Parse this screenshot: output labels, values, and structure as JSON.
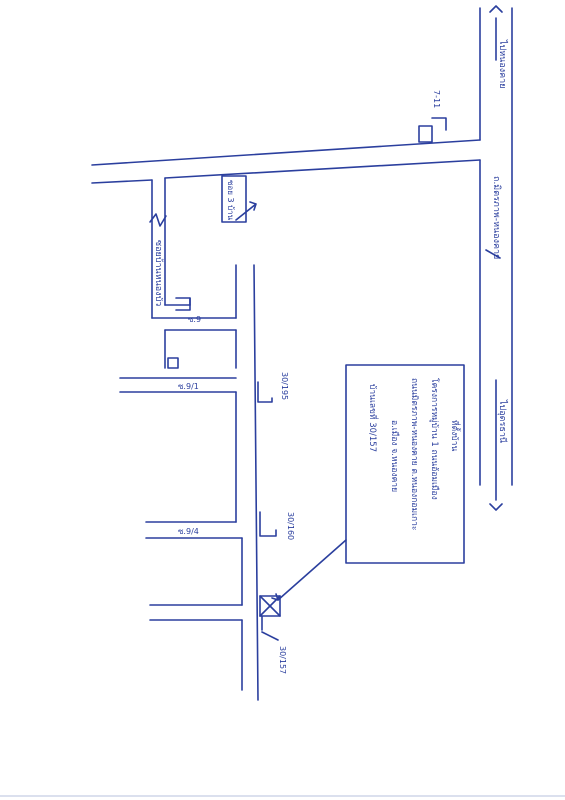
{
  "colors": {
    "ink": "#2b3f9e",
    "paper": "#ffffff"
  },
  "labels": {
    "top_right_direction": "ไปหนองคาย",
    "store_711": "7-11",
    "road_name_right": "ถ.มิตรภาพ-หนองคาย",
    "bottom_right_direction": "ไปอุดรธานี",
    "soi_left_vertical": "ซอยบ้านหนองบัว",
    "soi_small_top": "ซอย 3 บ้าน",
    "soi_9": "ซ.9",
    "soi_9_1": "ซ.9/1",
    "soi_9_4": "ซ.9/4",
    "house_30_195": "30/195",
    "house_30_160": "30/160",
    "house_30_157": "30/157"
  },
  "note_box": {
    "lines": [
      "ที่ตั้งบ้าน",
      "โครงการหมู่บ้าน 1 ถนนอ้อมเมือง",
      "ถนนมิตรภาพ-หนองคาย ต.หนองกอมเกาะ",
      "อ.เมือง จ.หนองคาย",
      "บ้านเลขที่ 30/157"
    ]
  }
}
